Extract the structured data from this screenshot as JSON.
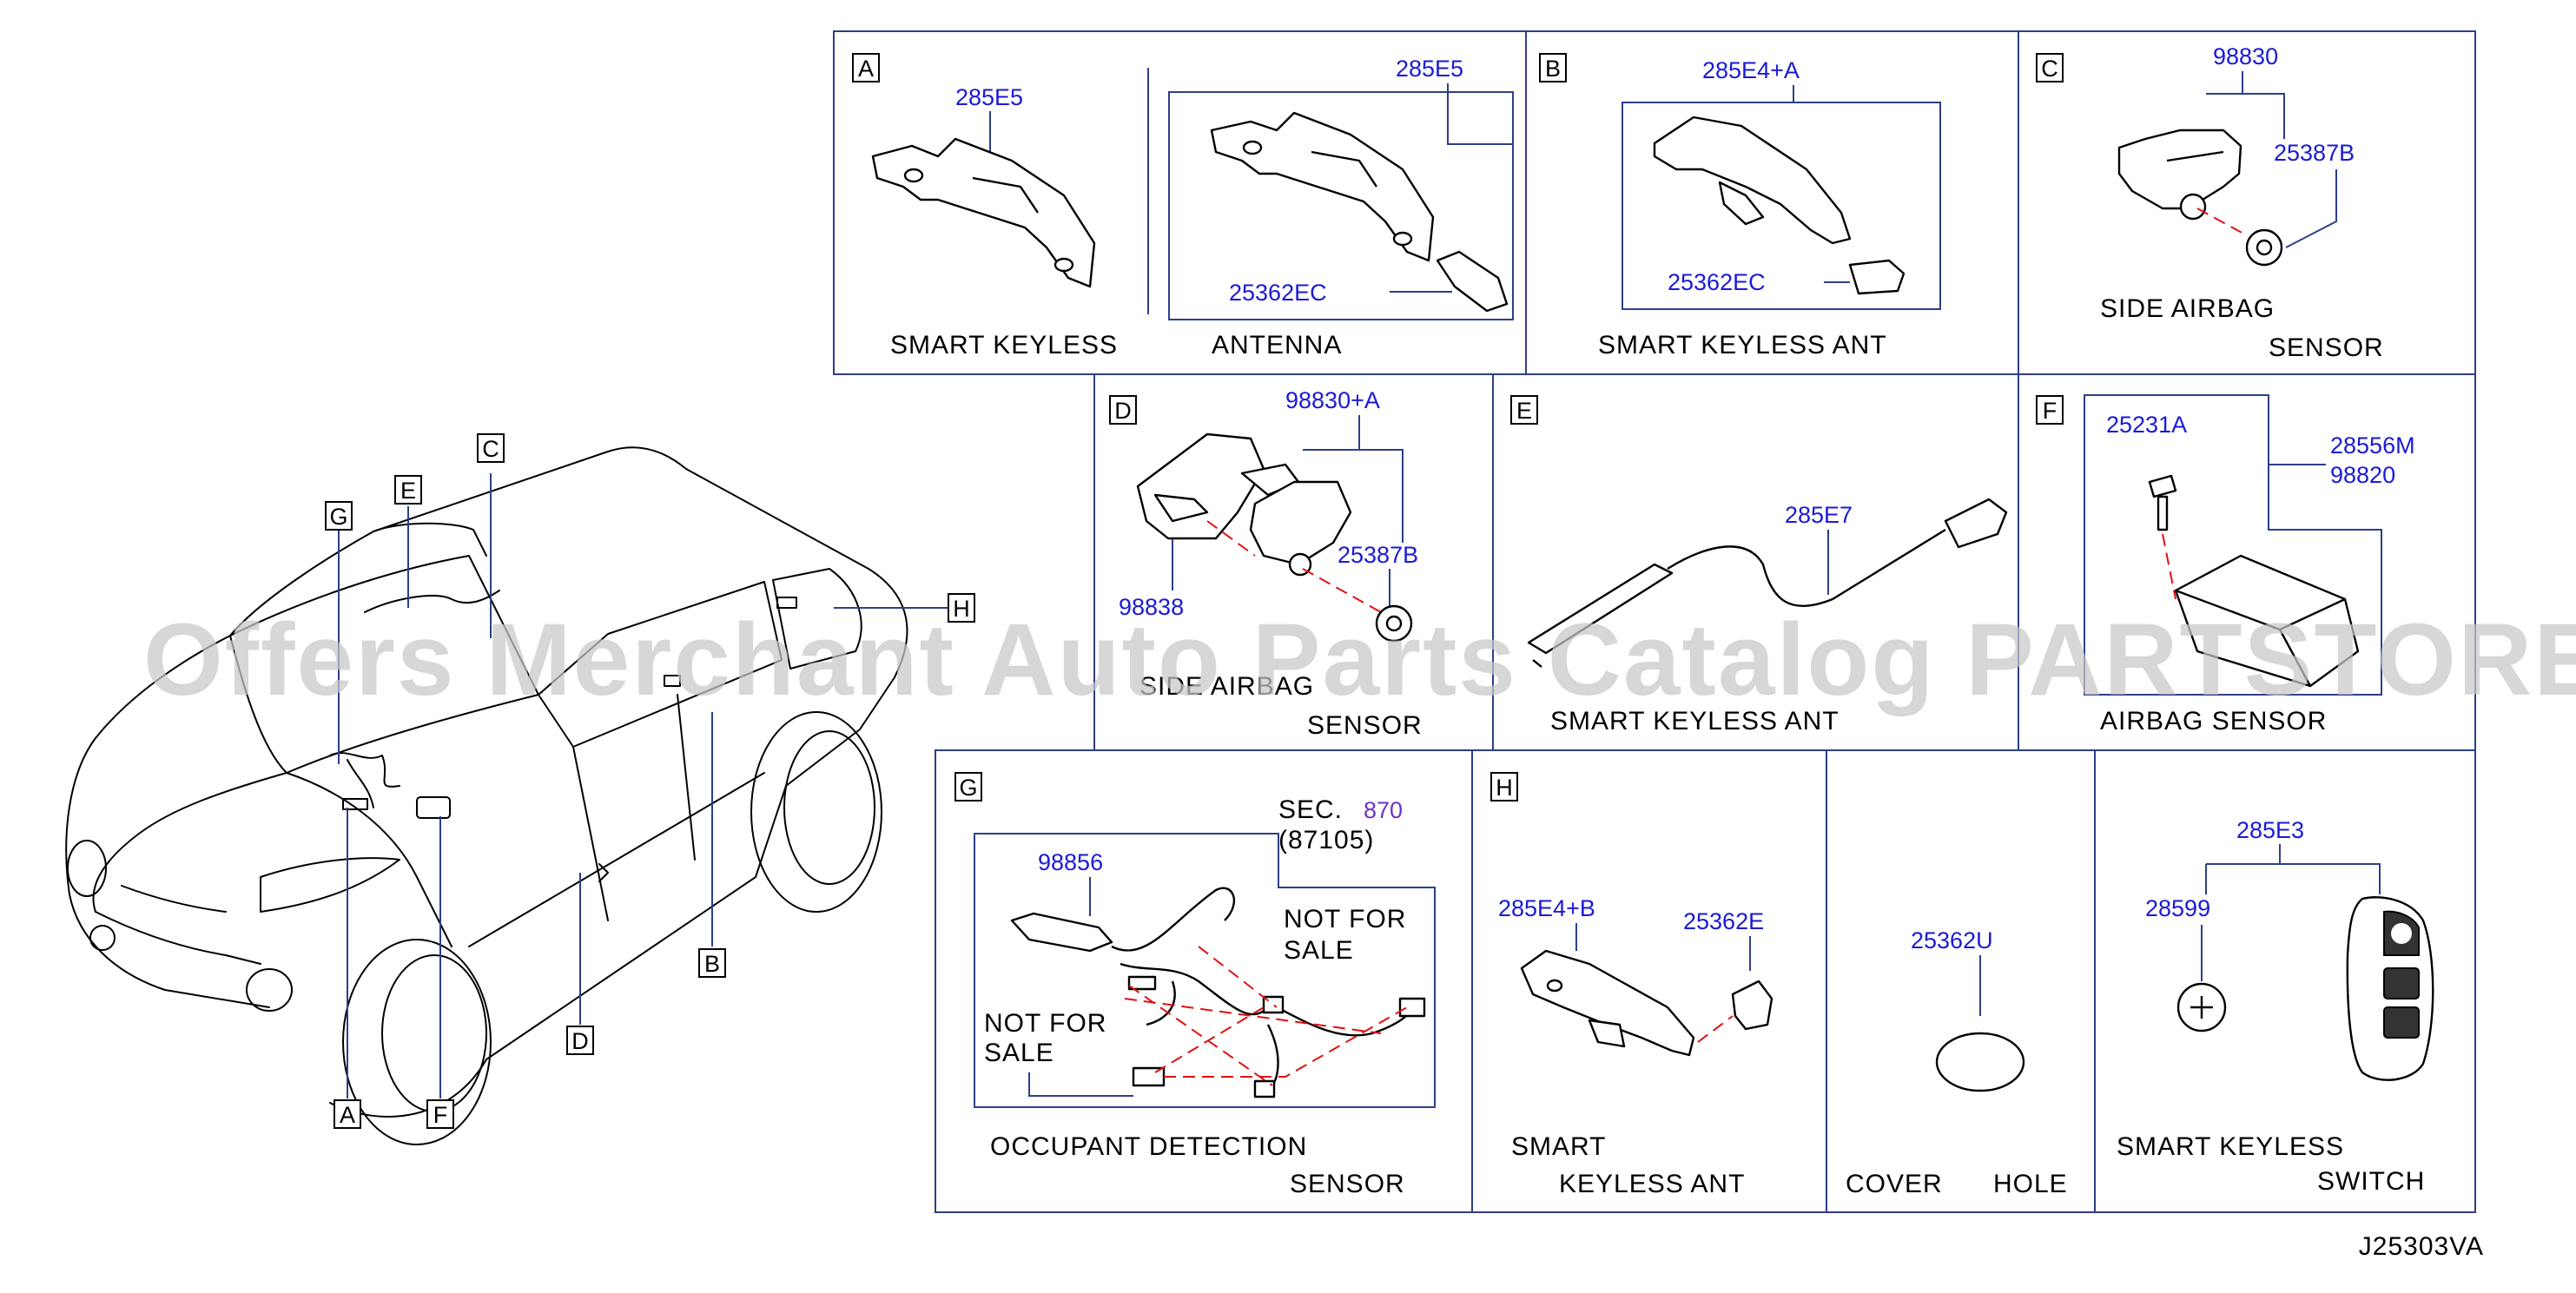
{
  "watermark": "Offers Merchant Auto Parts Catalog PARTSTORE.SA",
  "diagram_code": "J25303VA",
  "vehicle_callouts": [
    "G",
    "E",
    "C",
    "H",
    "B",
    "D",
    "A",
    "F"
  ],
  "panels": {
    "A": {
      "tag": "A",
      "parts": [
        "285E5",
        "285E5",
        "25362EC"
      ],
      "caption_left": "SMART   KEYLESS",
      "caption_right": "ANTENNA"
    },
    "B": {
      "tag": "B",
      "parts": [
        "285E4+A",
        "25362EC"
      ],
      "caption": "SMART   KEYLESS   ANT"
    },
    "C": {
      "tag": "C",
      "parts": [
        "98830",
        "25387B"
      ],
      "caption_1": "SIDE   AIRBAG",
      "caption_2": "SENSOR"
    },
    "D": {
      "tag": "D",
      "parts": [
        "98830+A",
        "25387B",
        "98838"
      ],
      "caption_1": "SIDE AIRBAG",
      "caption_2": "SENSOR"
    },
    "E": {
      "tag": "E",
      "parts": [
        "285E7"
      ],
      "caption": "SMART   KEYLESS   ANT"
    },
    "F": {
      "tag": "F",
      "parts": [
        "25231A",
        "28556M",
        "98820"
      ],
      "caption": "AIRBAG   SENSOR"
    },
    "G": {
      "tag": "G",
      "parts": [
        "98856"
      ],
      "sec_label": "SEC.",
      "sec_number": "870",
      "sec_ref": "(87105)",
      "not_for_sale_1": [
        "NOT    FOR",
        "SALE"
      ],
      "not_for_sale_2": [
        "NOT    FOR",
        "SALE"
      ],
      "caption_1": "OCCUPANT   DETECTION",
      "caption_2": "SENSOR"
    },
    "H": {
      "tag": "H",
      "parts": [
        "285E4+B",
        "25362E"
      ],
      "caption_1": "SMART",
      "caption_2": "KEYLESS   ANT"
    },
    "COVER": {
      "parts": [
        "25362U"
      ],
      "caption_1": "COVER",
      "caption_2": "HOLE"
    },
    "SWITCH": {
      "parts": [
        "285E3",
        "28599"
      ],
      "caption_1": "SMART   KEYLESS",
      "caption_2": "SWITCH"
    }
  },
  "colors": {
    "part_number": "#1a1ad8",
    "frame": "#2d3f8a",
    "dash": "#e01010",
    "section_number": "#6a35c9"
  }
}
